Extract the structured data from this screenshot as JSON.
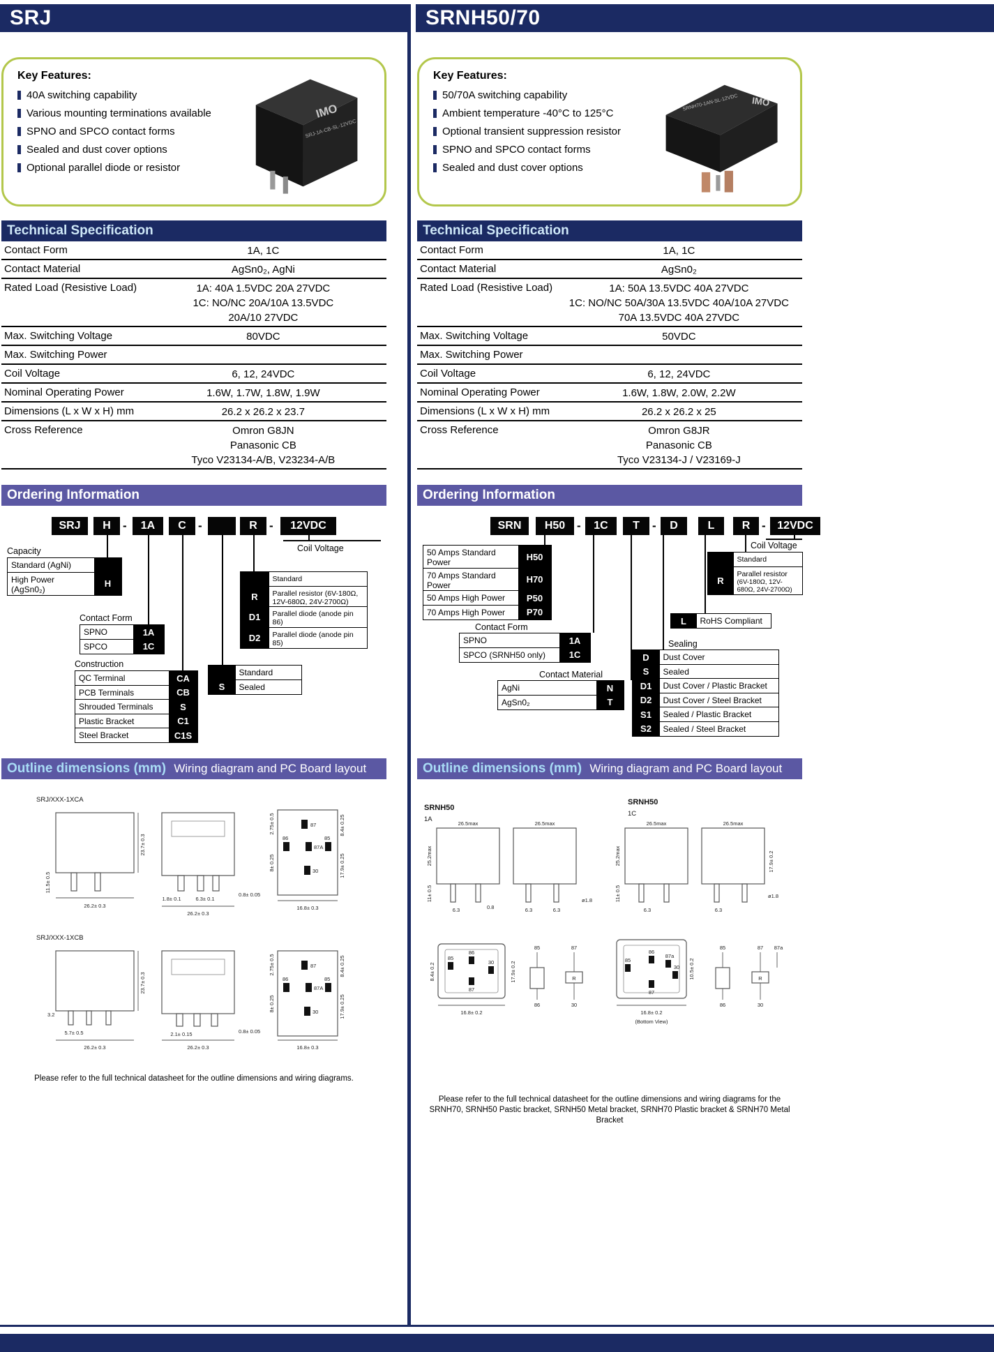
{
  "misc": {
    "dash": "-"
  },
  "left": {
    "title": "SRJ",
    "features": {
      "heading": "Key Features:",
      "items": [
        "40A switching capability",
        "Various mounting terminations available",
        "SPNO and SPCO contact forms",
        "Sealed and dust cover options",
        "Optional parallel diode or resistor"
      ],
      "relay_brand": "IMO",
      "relay_model": "SRJ-1A-CB-SL-12VDC"
    },
    "spec": {
      "heading": "Technical Specification",
      "rows": [
        {
          "label": "Contact Form",
          "value": "1A, 1C"
        },
        {
          "label": "Contact Material",
          "value": "AgSn0₂,  AgNi"
        },
        {
          "label": "Rated Load (Resistive Load)",
          "value": "1A: 40A 1.5VDC 20A 27VDC\n1C: NO/NC 20A/10A 13.5VDC\n20A/10 27VDC"
        },
        {
          "label": "Max. Switching Voltage",
          "value": "80VDC"
        },
        {
          "label": "Max. Switching Power",
          "value": ""
        },
        {
          "label": "Coil Voltage",
          "value": "6, 12, 24VDC"
        },
        {
          "label": "Nominal Operating Power",
          "value": "1.6W, 1.7W, 1.8W, 1.9W"
        },
        {
          "label": "Dimensions (L x W x H) mm",
          "value": "26.2 x 26.2 x 23.7"
        },
        {
          "label": "Cross Reference",
          "value": "Omron G8JN\nPanasonic CB\nTyco V23134-A/B, V23234-A/B"
        }
      ]
    },
    "ordering": {
      "heading": "Ordering Information",
      "boxes": {
        "b0": "SRJ",
        "b1": "H",
        "b2": "1A",
        "b3": "C",
        "b4": "",
        "b5": "R",
        "b6": "12VDC"
      },
      "coil_voltage": "Coil Voltage",
      "capacity_label": "Capacity",
      "capacity": [
        {
          "name": "Standard (AgNi)",
          "code": ""
        },
        {
          "name": "High Power (AgSn0₂)",
          "code": "H"
        }
      ],
      "contact_form_label": "Contact Form",
      "contact_form": [
        {
          "name": "SPNO",
          "code": "1A"
        },
        {
          "name": "SPCO",
          "code": "1C"
        }
      ],
      "construction_label": "Construction",
      "construction": [
        {
          "name": "QC Terminal",
          "code": "CA"
        },
        {
          "name": "PCB Terminals",
          "code": "CB"
        },
        {
          "name": "Shrouded Terminals",
          "code": "S"
        },
        {
          "name": "Plastic Bracket",
          "code": "C1"
        },
        {
          "name": "Steel Bracket",
          "code": "C1S"
        }
      ],
      "suppression": [
        {
          "code": "",
          "name": "Standard"
        },
        {
          "code": "R",
          "name": "Parallel resistor (6V-180Ω, 12V-680Ω, 24V-2700Ω)"
        },
        {
          "code": "D1",
          "name": "Parallel diode (anode pin 86)"
        },
        {
          "code": "D2",
          "name": "Parallel diode (anode pin 85)"
        }
      ],
      "sealing": [
        {
          "code": "",
          "name": "Standard"
        },
        {
          "code": "S",
          "name": "Sealed"
        }
      ]
    },
    "outline": {
      "heading_bold": "Outline dimensions (mm)",
      "heading_rest": "Wiring diagram and PC Board layout",
      "ga_label": "SRJ/XXX-1XCA",
      "gb_label": "SRJ/XXX-1XCB",
      "ga": [
        "23.7± 0.3",
        "11.5± 0.5",
        "26.2± 0.3",
        "1.8± 0.1",
        "6.3± 0.1",
        "26.2± 0.3",
        "0.8± 0.05",
        "2.75± 0.5",
        "8.4± 0.25",
        "8± 0.25",
        "17.9± 0.25",
        "16.8± 0.3"
      ],
      "gb": [
        "23.7± 0.3",
        "3.2",
        "5.7± 0.5",
        "26.2± 0.3",
        "2.1± 0.15",
        "26.2± 0.3",
        "0.8± 0.05",
        "2.75± 0.5",
        "8.4± 0.25",
        "8± 0.25",
        "17.9± 0.25",
        "16.8± 0.3"
      ],
      "pins": [
        "87",
        "86",
        "87A",
        "85",
        "30"
      ]
    },
    "note": "Please refer to the full technical datasheet for the outline dimensions and wiring diagrams."
  },
  "right": {
    "title": "SRNH50/70",
    "features": {
      "heading": "Key Features:",
      "items": [
        "50/70A switching capability",
        "Ambient temperature -40°C to 125°C",
        "Optional transient suppression resistor",
        "SPNO and SPCO contact forms",
        "Sealed and dust cover options"
      ],
      "relay_brand": "IMO",
      "relay_model": "SRNH70-1AN-SL-12VDC"
    },
    "spec": {
      "heading": "Technical Specification",
      "rows": [
        {
          "label": "Contact Form",
          "value": "1A, 1C"
        },
        {
          "label": "Contact Material",
          "value": "AgSn0₂"
        },
        {
          "label": "Rated Load (Resistive Load)",
          "value": "1A: 50A 13.5VDC 40A 27VDC\n1C: NO/NC 50A/30A 13.5VDC 40A/10A 27VDC\n70A 13.5VDC 40A 27VDC"
        },
        {
          "label": "Max. Switching Voltage",
          "value": "50VDC"
        },
        {
          "label": "Max. Switching Power",
          "value": ""
        },
        {
          "label": "Coil Voltage",
          "value": "6, 12, 24VDC"
        },
        {
          "label": "Nominal Operating Power",
          "value": "1.6W, 1.8W, 2.0W, 2.2W"
        },
        {
          "label": "Dimensions (L x W x H) mm",
          "value": "26.2 x 26.2 x 25"
        },
        {
          "label": "Cross Reference",
          "value": "Omron G8JR\nPanasonic CB\nTyco V23134-J / V23169-J"
        }
      ]
    },
    "ordering": {
      "heading": "Ordering Information",
      "boxes": {
        "b0": "SRN",
        "b1": "H50",
        "b2": "1C",
        "b3": "T",
        "b4": "D",
        "b5": "L",
        "b6": "R",
        "b7": "12VDC"
      },
      "coil_voltage": "Coil Voltage",
      "power": [
        {
          "name": "50 Amps Standard Power",
          "code": "H50"
        },
        {
          "name": "70 Amps Standard Power",
          "code": "H70"
        },
        {
          "name": "50 Amps High Power",
          "code": "P50"
        },
        {
          "name": "70 Amps High Power",
          "code": "P70"
        }
      ],
      "contact_form_label": "Contact Form",
      "contact_form": [
        {
          "name": "SPNO",
          "code": "1A"
        },
        {
          "name": "SPCO (SRNH50 only)",
          "code": "1C"
        }
      ],
      "contact_material_label": "Contact Material",
      "contact_material": [
        {
          "name": "AgNi",
          "code": "N"
        },
        {
          "name": "AgSn0₂",
          "code": "T"
        }
      ],
      "resistor": [
        {
          "code": "",
          "name": "Standard",
          "detail": ""
        },
        {
          "code": "R",
          "name": "Parallel resistor",
          "detail": "(6V-180Ω, 12V-680Ω, 24V-2700Ω)"
        }
      ],
      "rohs": {
        "code": "L",
        "name": "RoHS Compliant"
      },
      "sealing_label": "Sealing",
      "sealing": [
        {
          "code": "D",
          "name": "Dust Cover"
        },
        {
          "code": "S",
          "name": "Sealed"
        },
        {
          "code": "D1",
          "name": "Dust Cover / Plastic Bracket"
        },
        {
          "code": "D2",
          "name": "Dust Cover / Steel Bracket"
        },
        {
          "code": "S1",
          "name": "Sealed / Plastic Bracket"
        },
        {
          "code": "S2",
          "name": "Sealed / Steel Bracket"
        }
      ]
    },
    "outline": {
      "heading_bold": "Outline dimensions (mm)",
      "heading_rest": "Wiring diagram and PC Board layout",
      "g1_title": "SRNH50",
      "g1_sub": "1A",
      "g2_title": "SRNH50",
      "g2_sub": "1C",
      "g1": [
        "26.5max",
        "25.2max",
        "11± 0.5",
        "6.3",
        "0.8",
        "26.5max",
        "6.3",
        "6.3",
        "ø1.8"
      ],
      "g2": [
        "26.5max",
        "25.2max",
        "11± 0.5",
        "6.3",
        "26.5max",
        "6.3",
        "17.9± 0.2",
        "ø1.8"
      ],
      "pad1_pins": [
        "85",
        "86",
        "30",
        "87"
      ],
      "pad1_dims": [
        "8.4± 0.2",
        "16.8± 0.2",
        "17.9± 0.2"
      ],
      "pad2_pins": [
        "85",
        "86",
        "87a",
        "30",
        "87"
      ],
      "pad2_dims": [
        "16.8± 0.2",
        "10.5± 0.2"
      ],
      "bottom_view_note": "(Bottom View)",
      "wiring1": [
        "85",
        "87",
        "R",
        "86",
        "30"
      ],
      "wiring2": [
        "85",
        "87",
        "87a",
        "R",
        "86",
        "30"
      ]
    },
    "note": "Please refer to the full technical datasheet for the outline dimensions and wiring diagrams for the SRNH70, SRNH50 Pastic bracket, SRNH50 Metal bracket, SRNH70 Plastic bracket & SRNH70 Metal Bracket"
  }
}
